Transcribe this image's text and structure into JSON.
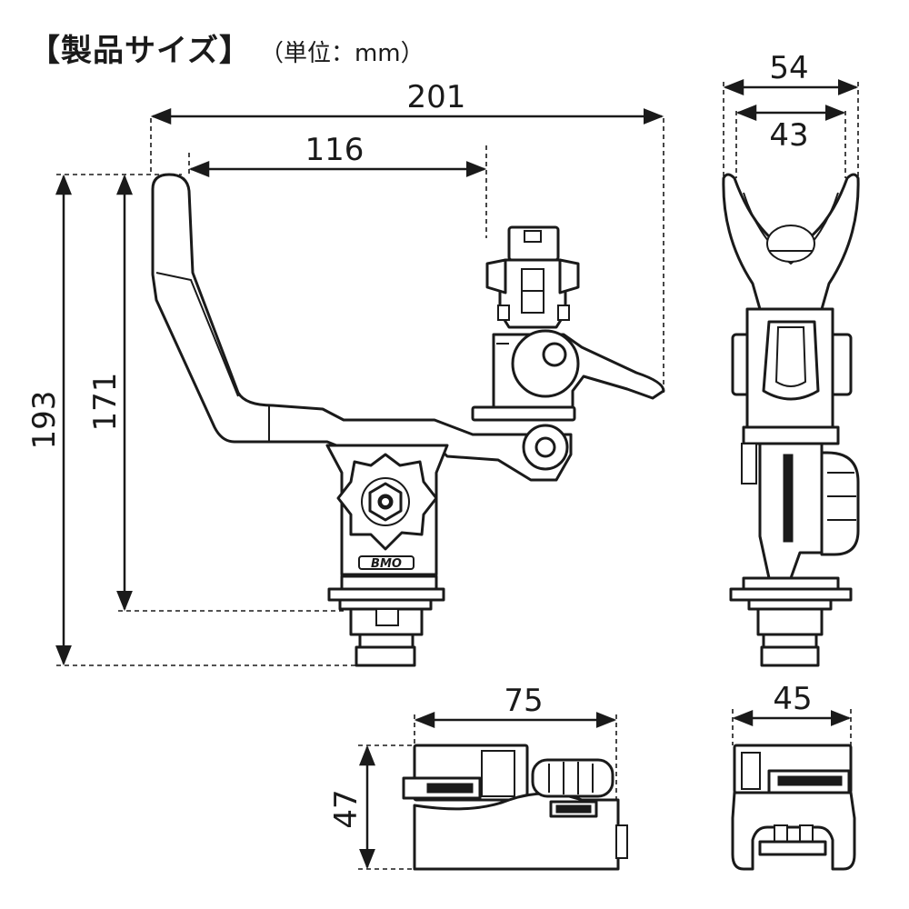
{
  "header": {
    "title": "【製品サイズ】",
    "unit_label": "（単位：mm）"
  },
  "product": {
    "logo_text": "BMO"
  },
  "dimensions": {
    "front_total_width": "201",
    "front_arm_width": "116",
    "front_total_height": "193",
    "front_arm_height": "171",
    "side_outer_width": "54",
    "side_inner_width": "43",
    "base_length": "75",
    "base_height": "47",
    "base_width": "45"
  }
}
